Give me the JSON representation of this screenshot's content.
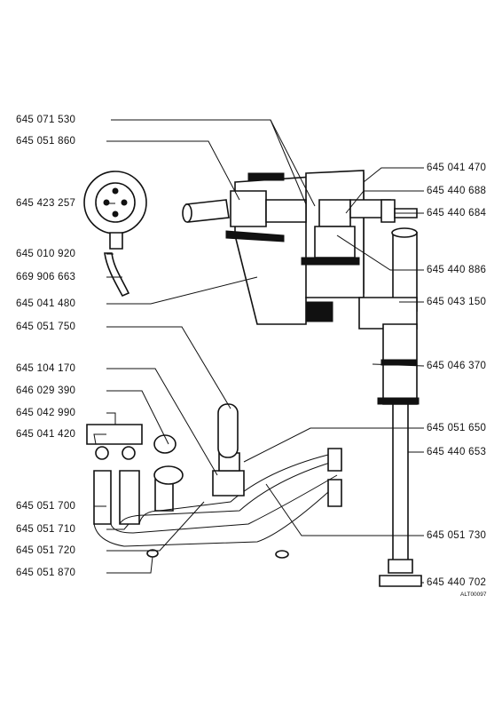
{
  "labels_left": [
    "645 071 530",
    "645 051 860",
    "645 423 257",
    "645 010 920",
    "669 906 663",
    "645 041 480",
    "645 051 750",
    "645 104 170",
    "646 029 390",
    "645 042 990",
    "645 041 420",
    "645 051 700",
    "645 051 710",
    "645 051 720",
    "645 051 870"
  ],
  "labels_right": [
    "645 041 470",
    "645 440 688",
    "645 440 684",
    "645 440 886",
    "645 043 150",
    "645 046 370",
    "645 051 650",
    "645 440 653",
    "645 051 730",
    "645 440 702"
  ],
  "figure_code": "ALT00097"
}
